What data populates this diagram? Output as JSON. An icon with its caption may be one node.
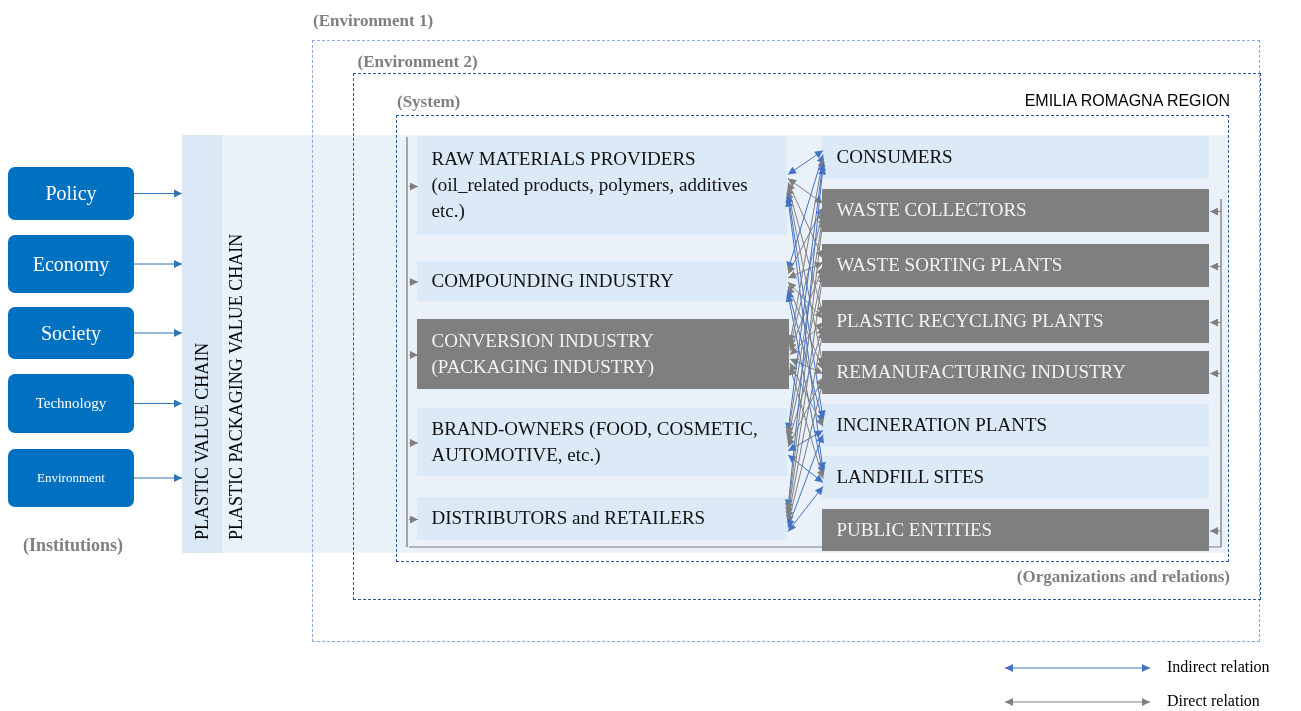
{
  "diagram": {
    "nodes": [
      {
        "text": [
          "(Environment 1)"
        ]
      },
      {
        "text": [
          "(Environment 2)"
        ],
        "in": 0
      },
      {
        "text": [
          "(System)",
          "EMILIA ROMAGNA REGION"
        ],
        "beside": [
          "(Organizations and relations)"
        ],
        "in": 1
      },
      {
        "text": [
          "PLASTIC VALUE CHAIN"
        ]
      },
      {
        "text": [
          "PLASTIC PACKAGING VALUE CHAIN"
        ]
      },
      {
        "text": [
          "RAW MATERIALS PROVIDERS (oil_related products, polymers, additives etc.)"
        ],
        "in": 2
      },
      {
        "text": [
          "COMPOUNDING INDUSTRY"
        ],
        "in": 2
      },
      {
        "text": [
          "CONVERSION INDUSTRY (PACKAGING INDUSTRY)"
        ],
        "in": 2
      },
      {
        "text": [
          "BRAND-OWNERS (FOOD, COSMETIC, AUTOMOTIVE, etc.)"
        ],
        "in": 2
      },
      {
        "text": [
          "DISTRIBUTORS and RETAILERS"
        ],
        "in": 2
      },
      {
        "text": [
          "CONSUMERS"
        ],
        "in": 2
      },
      {
        "text": [
          "WASTE COLLECTORS"
        ],
        "in": 2
      },
      {
        "text": [
          "WASTE SORTING PLANTS"
        ],
        "in": 2
      },
      {
        "text": [
          "PLASTIC RECYCLING PLANTS"
        ],
        "in": 2
      },
      {
        "text": [
          "REMANUFACTURING INDUSTRY"
        ],
        "in": 2
      },
      {
        "text": [
          "INCINERATION PLANTS"
        ],
        "in": 2
      },
      {
        "text": [
          "LANDFILL SITES"
        ],
        "in": 2
      },
      {
        "text": [
          "PUBLIC ENTITIES"
        ],
        "in": 2
      },
      {
        "text": [
          "Policy"
        ]
      },
      {
        "text": [
          "Economy"
        ]
      },
      {
        "text": [
          "Society"
        ]
      },
      {
        "text": [
          "Technology"
        ]
      },
      {
        "text": [
          "Environment"
        ]
      },
      {
        "text": [],
        "shape": "bar",
        "in": 2
      },
      {
        "text": [],
        "shape": "bar",
        "in": 2
      }
    ],
    "edges": [
      {
        "from": 18,
        "to": 3,
        "arrow": "to",
        "color": "#2e75b6"
      },
      {
        "from": 19,
        "to": 3,
        "arrow": "to",
        "color": "#2e75b6"
      },
      {
        "from": 20,
        "to": 3,
        "arrow": "to",
        "color": "#2e75b6"
      },
      {
        "from": 21,
        "to": 3,
        "arrow": "to",
        "color": "#2e75b6"
      },
      {
        "from": 22,
        "to": 3,
        "arrow": "to",
        "color": "#2e75b6"
      },
      {
        "from": 5,
        "to": 10,
        "arrow": "both",
        "color": "#4472c4"
      },
      {
        "from": 5,
        "to": 11,
        "arrow": "both"
      },
      {
        "from": 5,
        "to": 12,
        "arrow": "both"
      },
      {
        "from": 5,
        "to": 13,
        "arrow": "both"
      },
      {
        "from": 5,
        "to": 14,
        "arrow": "both"
      },
      {
        "from": 5,
        "to": 15,
        "arrow": "both",
        "color": "#4472c4"
      },
      {
        "from": 5,
        "to": 16,
        "arrow": "both",
        "color": "#4472c4"
      },
      {
        "from": 6,
        "to": 10,
        "arrow": "both",
        "color": "#4472c4"
      },
      {
        "from": 6,
        "to": 11,
        "arrow": "both"
      },
      {
        "from": 6,
        "to": 12,
        "arrow": "both"
      },
      {
        "from": 6,
        "to": 13,
        "arrow": "both"
      },
      {
        "from": 6,
        "to": 14,
        "arrow": "both"
      },
      {
        "from": 6,
        "to": 15,
        "arrow": "both",
        "color": "#4472c4"
      },
      {
        "from": 6,
        "to": 16,
        "arrow": "both",
        "color": "#4472c4"
      },
      {
        "from": 7,
        "to": 10,
        "arrow": "both"
      },
      {
        "from": 7,
        "to": 11,
        "arrow": "both"
      },
      {
        "from": 7,
        "to": 12,
        "arrow": "both"
      },
      {
        "from": 7,
        "to": 13,
        "arrow": "both"
      },
      {
        "from": 7,
        "to": 14,
        "arrow": "both"
      },
      {
        "from": 7,
        "to": 15,
        "arrow": "both"
      },
      {
        "from": 7,
        "to": 16,
        "arrow": "both"
      },
      {
        "from": 8,
        "to": 10,
        "arrow": "both",
        "color": "#4472c4"
      },
      {
        "from": 8,
        "to": 11,
        "arrow": "both"
      },
      {
        "from": 8,
        "to": 12,
        "arrow": "both"
      },
      {
        "from": 8,
        "to": 13,
        "arrow": "both"
      },
      {
        "from": 8,
        "to": 14,
        "arrow": "both"
      },
      {
        "from": 8,
        "to": 15,
        "arrow": "both",
        "color": "#4472c4"
      },
      {
        "from": 8,
        "to": 16,
        "arrow": "both",
        "color": "#4472c4"
      },
      {
        "from": 9,
        "to": 10,
        "arrow": "both",
        "color": "#4472c4"
      },
      {
        "from": 9,
        "to": 11,
        "arrow": "both"
      },
      {
        "from": 9,
        "to": 12,
        "arrow": "both"
      },
      {
        "from": 9,
        "to": 13,
        "arrow": "both"
      },
      {
        "from": 9,
        "to": 14,
        "arrow": "both"
      },
      {
        "from": 9,
        "to": 15,
        "arrow": "both",
        "color": "#4472c4"
      },
      {
        "from": 9,
        "to": 16,
        "arrow": "both",
        "color": "#4472c4"
      },
      {
        "from": 23,
        "to": 5,
        "arrow": "to"
      },
      {
        "from": 23,
        "to": 6,
        "arrow": "to"
      },
      {
        "from": 23,
        "to": 7,
        "arrow": "to"
      },
      {
        "from": 23,
        "to": 8,
        "arrow": "to"
      },
      {
        "from": 23,
        "to": 9,
        "arrow": "to"
      },
      {
        "from": 24,
        "to": 11,
        "arrow": "to"
      },
      {
        "from": 24,
        "to": 12,
        "arrow": "to"
      },
      {
        "from": 24,
        "to": 13,
        "arrow": "to"
      },
      {
        "from": 24,
        "to": 14,
        "arrow": "to"
      },
      {
        "from": 24,
        "to": 17,
        "arrow": "to"
      },
      {
        "from": 23,
        "to": 24,
        "arrow": "none"
      }
    ],
    "labels": [
      "(Institutions)"
    ],
    "legend": [
      {
        "text": "Indirect relation"
      },
      {
        "text": "Direct relation"
      }
    ]
  }
}
